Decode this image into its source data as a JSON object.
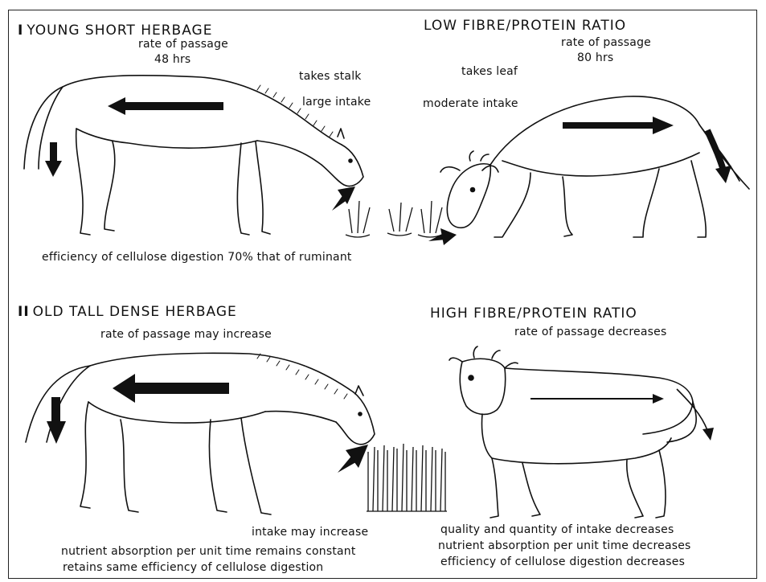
{
  "panel_1": {
    "roman": "I",
    "left_heading": "YOUNG SHORT HERBAGE",
    "right_heading": "LOW FIBRE/PROTEIN RATIO",
    "horse": {
      "rate_label": "rate of passage",
      "rate_value": "48 hrs",
      "takes": "takes stalk",
      "intake": "large intake",
      "efficiency": "efficiency of cellulose digestion 70% that of ruminant"
    },
    "cow": {
      "rate_label": "rate of passage",
      "rate_value": "80 hrs",
      "takes": "takes leaf",
      "intake": "moderate intake"
    }
  },
  "panel_2": {
    "roman": "II",
    "left_heading": "OLD TALL DENSE HERBAGE",
    "right_heading": "HIGH FIBRE/PROTEIN RATIO",
    "horse": {
      "rate": "rate of passage may increase",
      "intake": "intake may increase",
      "absorption": "nutrient absorption per unit time remains constant",
      "efficiency": "retains same efficiency of cellulose digestion"
    },
    "cow": {
      "rate": "rate of passage decreases",
      "quality": "quality and quantity of intake decreases",
      "absorption": "nutrient absorption per unit time decreases",
      "efficiency": "efficiency of cellulose digestion decreases"
    }
  },
  "colors": {
    "ink": "#111111",
    "background": "#ffffff"
  }
}
